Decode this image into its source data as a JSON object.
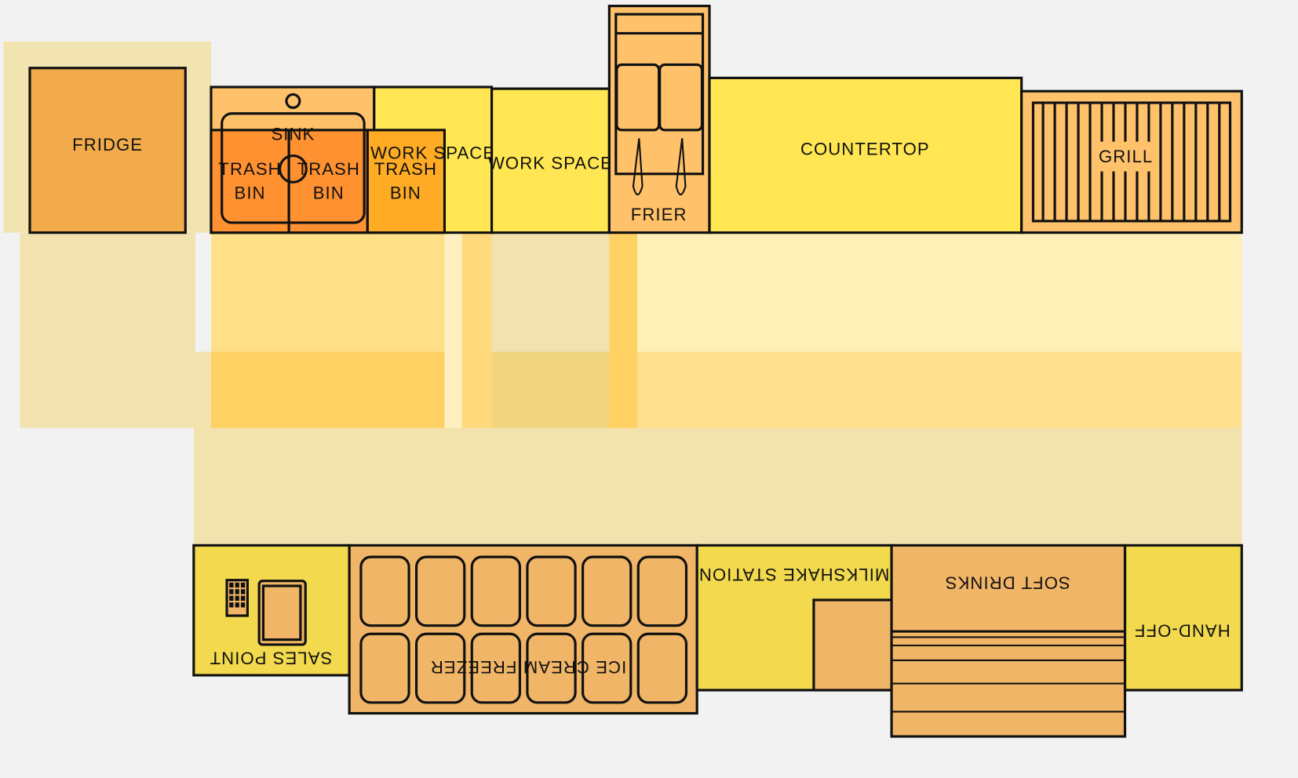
{
  "layout_labels": {
    "fridge": "FRIDGE",
    "sink": "SINK",
    "trash_bin_left": [
      "TRASH",
      "BIN"
    ],
    "trash_bin_right": [
      "TRASH",
      "BIN"
    ],
    "trash_bin_third": [
      "TRASH",
      "BIN"
    ],
    "work_space_1": "WORK SPACE",
    "work_space_2": "WORK SPACE",
    "frier": "FRIER",
    "countertop": "COUNTERTOP",
    "grill": "GRILL",
    "sales_point": "SALES POINT",
    "ice_cream_freezer": "ICE CREAM FREEZER",
    "milkshake_station": "MILKSHAKE STATION",
    "soft_drinks": "SOFT DRINKS",
    "hand_off": "HAND-OFF"
  },
  "colors": {
    "background": "#f2f2f2",
    "appliance_orange": "#f2ab4b",
    "light_orange": "#ffc26b",
    "trash_orange": "#ff9130",
    "trash_amber": "#ffac24",
    "work_yellow": "#ffe652",
    "counter_yellow": "#f2d94e",
    "freezer_tan": "#f0b566",
    "zone_beige": "#f2e2ae"
  }
}
